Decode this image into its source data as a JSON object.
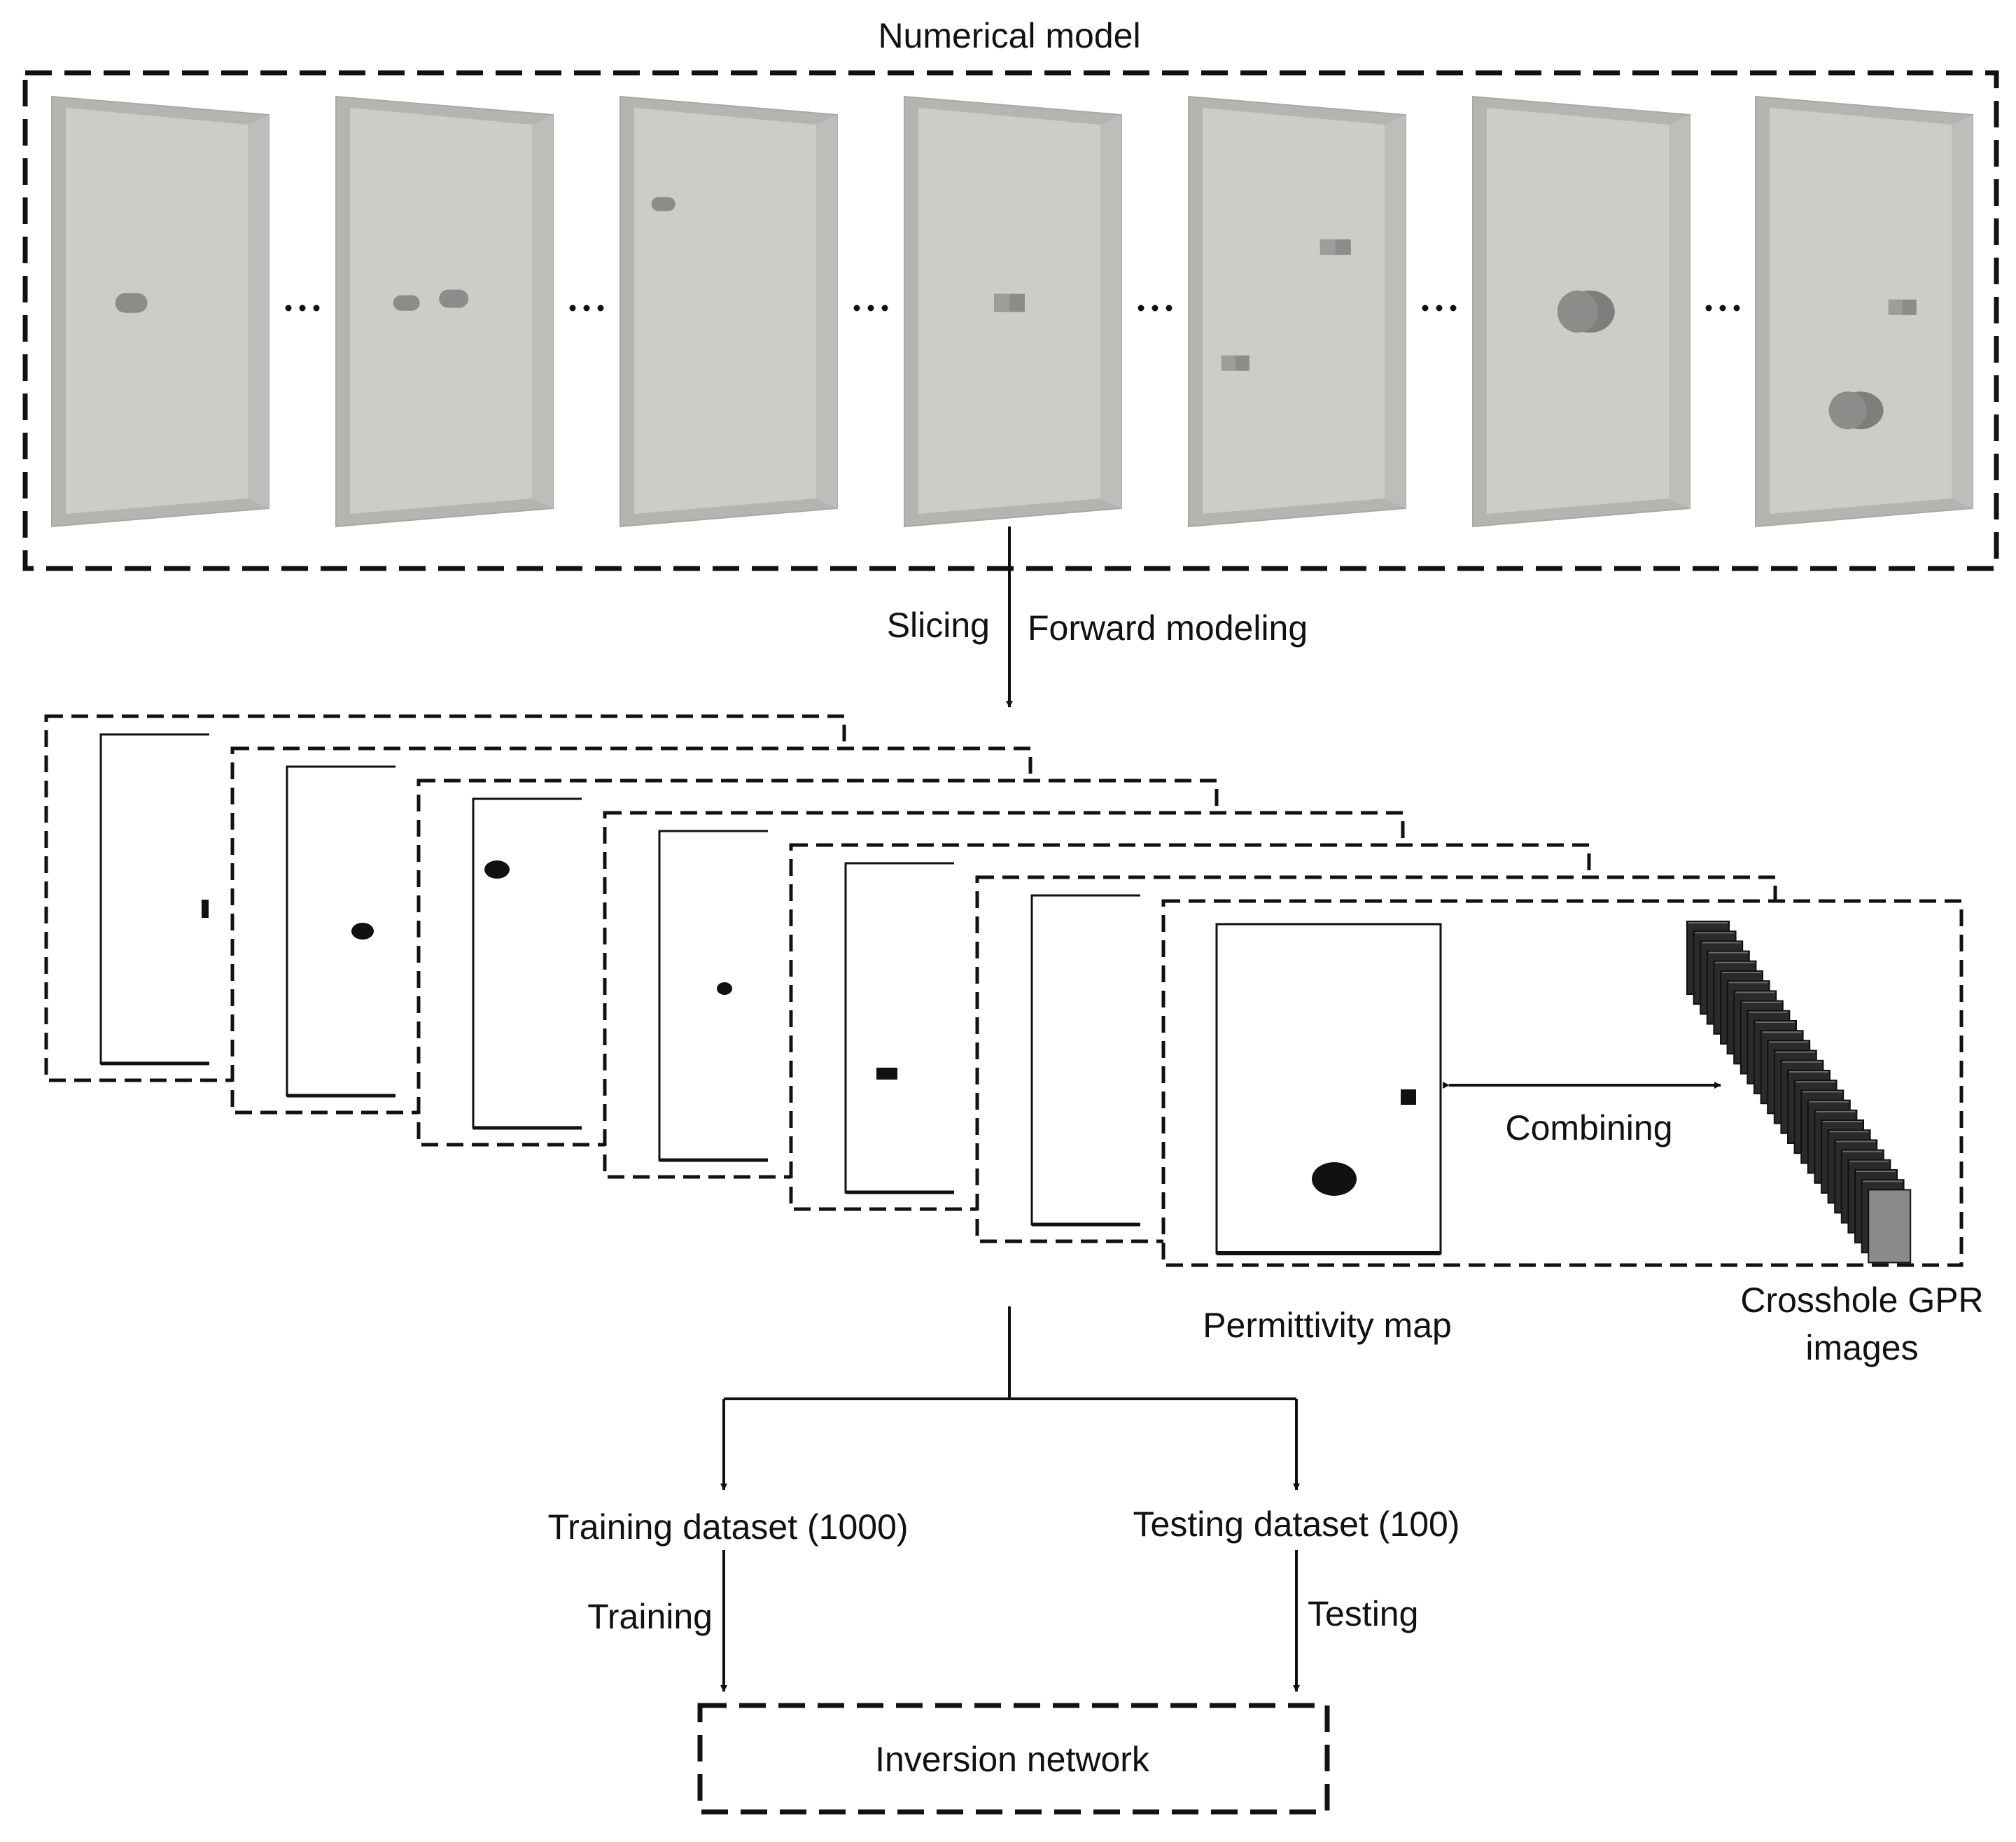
{
  "title": "Numerical model",
  "arrows": {
    "slicing": "Slicing",
    "forward": "Forward modeling",
    "training": "Training",
    "testing": "Testing"
  },
  "slices": {
    "combining": "Combining",
    "permittivity_label": "Permittivity map",
    "gpr_label_line1": "Crosshole GPR",
    "gpr_label_line2": "images"
  },
  "datasets": {
    "training": "Training dataset (1000)",
    "testing": "Testing dataset (100)"
  },
  "network": "Inversion network",
  "colors": {
    "panel_face": "#cdccc6",
    "panel_frame": "#b4b4b0",
    "object": "#8c8c8a",
    "stroke": "#111111",
    "gpr_face": "#8a8a8a"
  }
}
